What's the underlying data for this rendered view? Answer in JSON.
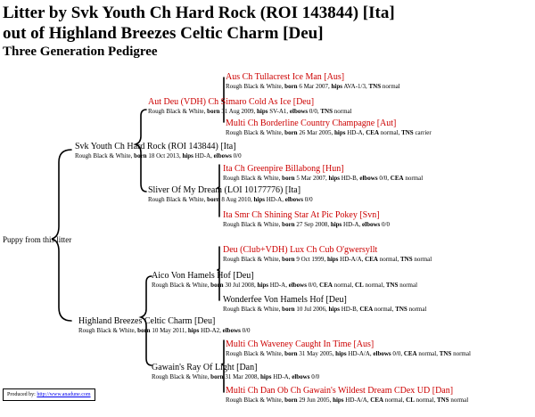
{
  "header": {
    "title_line1": "Litter by Svk Youth Ch Hard Rock (ROI 143844) [Ita]",
    "title_line2": "out of Highland Breezes Celtic Charm [Deu]",
    "subtitle": "Three Generation Pedigree"
  },
  "puppy_label": "Puppy from this litter",
  "labels": {
    "born": "born",
    "hips": "hips",
    "elbows": "elbows",
    "tns": "TNS",
    "cea": "CEA",
    "cl": "CL"
  },
  "colors": {
    "ancestor_name": "#cc0000",
    "parent_name": "#000000",
    "link": "#0000ee"
  },
  "dogs": [
    {
      "id": "sire_sire_sire",
      "name": "Aus Ch Tullacrest Ice Man [Aus]",
      "color": "Rough Black & White",
      "born": "6 Mar 2007",
      "hips": "AVA-1/3",
      "tns": "normal"
    },
    {
      "id": "sire_sire",
      "name": "Aut Deu (VDH) Ch Simaro Cold As Ice [Deu]",
      "color": "Rough Black & White",
      "born": "31 Aug 2009",
      "hips": "SV-A1",
      "elbows": "0/0",
      "tns": "normal"
    },
    {
      "id": "sire_sire_dam",
      "name": "Multi Ch Borderline Country Champagne [Aut]",
      "color": "Rough Black & White",
      "born": "26 Mar 2005",
      "hips": "HD-A",
      "cea": "normal",
      "tns": "carrier"
    },
    {
      "id": "sire",
      "name": "Svk Youth Ch Hard Rock (ROI 143844) [Ita]",
      "color": "Rough Black & White",
      "born": "18 Oct 2013",
      "hips": "HD-A",
      "elbows": "0/0"
    },
    {
      "id": "sire_dam_sire",
      "name": "Ita Ch Greenpire Billabong [Hun]",
      "color": "Rough Black & White",
      "born": "5 Mar 2007",
      "hips": "HD-B",
      "elbows": "0/0",
      "cea": "normal"
    },
    {
      "id": "sire_dam",
      "name": "Sliver Of My Dream (LOI 10177776) [Ita]",
      "color": "Rough Black & White",
      "born": "8 Aug 2010",
      "hips": "HD-A",
      "elbows": "0/0"
    },
    {
      "id": "sire_dam_dam",
      "name": "Ita Smr Ch Shining Star At Pic Pokey [Svn]",
      "color": "Rough Black & White",
      "born": "27 Sep 2008",
      "hips": "HD-A",
      "elbows": "0/0"
    },
    {
      "id": "dam_sire_sire",
      "name": "Deu (Club+VDH) Lux Ch Cub O'gwersyllt",
      "color": "Rough Black & White",
      "born": "9 Oct 1999",
      "hips": "HD-A/A",
      "cea": "normal",
      "tns": "normal"
    },
    {
      "id": "dam_sire",
      "name": "Aico Von Hamels Hof [Deu]",
      "color": "Rough Black & White",
      "born": "30 Jul 2008",
      "hips": "HD-A",
      "elbows": "0/0",
      "cea": "normal",
      "cl": "normal",
      "tns": "normal"
    },
    {
      "id": "dam_sire_dam",
      "name": "Wonderfee Von Hamels Hof [Deu]",
      "color": "Rough Black & White",
      "born": "10 Jul 2006",
      "hips": "HD-B",
      "cea": "normal",
      "tns": "normal"
    },
    {
      "id": "dam",
      "name": "Highland Breezes Celtic Charm [Deu]",
      "color": "Rough Black & White",
      "born": "10 May 2011",
      "hips": "HD-A2",
      "elbows": "0/0"
    },
    {
      "id": "dam_dam_sire",
      "name": "Multi Ch Waveney Caught In Time [Aus]",
      "color": "Rough Black & White",
      "born": "31 May 2005",
      "hips": "HD-A/A",
      "elbows": "0/0",
      "cea": "normal",
      "tns": "normal"
    },
    {
      "id": "dam_dam",
      "name": "Gawain's Ray Of Light [Dan]",
      "color": "Rough Black & White",
      "born": "31 Mar 2008",
      "hips": "HD-A",
      "elbows": "0/0"
    },
    {
      "id": "dam_dam_dam",
      "name": "Multi Ch Dan Ob Ch Gawain's Wildest Dream CDex UD [Dan]",
      "color": "Rough Black & White",
      "born": "29 Jun 2005",
      "hips": "HD-A/A",
      "cea": "normal",
      "cl": "normal",
      "tns": "normal"
    }
  ],
  "footer": {
    "produced_by": "Produced by:",
    "link_text": "http://www.anadune.com"
  }
}
